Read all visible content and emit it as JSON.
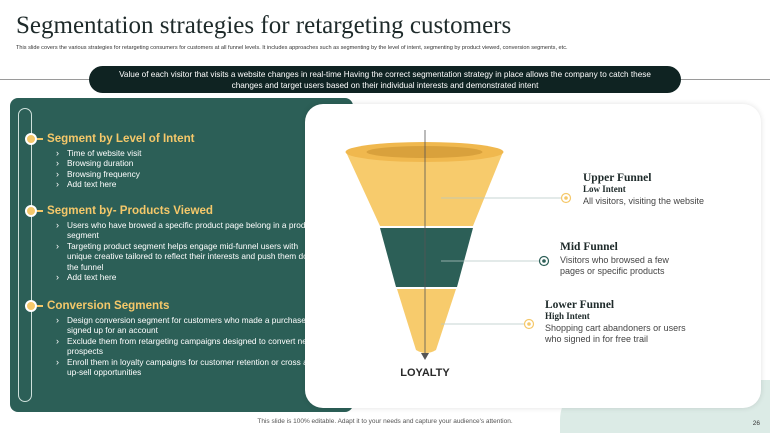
{
  "title": "Segmentation strategies for retargeting customers",
  "subtitle": "This slide covers the various strategies for retargeting consumers for customers at all funnel levels. It includes approaches such as segmenting by the level of intent, segmenting by product viewed, conversion segments, etc.",
  "banner": "Value of each visitor that visits a website changes in real-time Having the correct segmentation strategy in place allows the company to catch these changes and target users based on their individual interests and demonstrated intent",
  "sections": [
    {
      "title": "Segment by Level of Intent",
      "items": [
        "Time of website visit",
        "Browsing duration",
        "Browsing frequency",
        "Add text here"
      ]
    },
    {
      "title": "Segment by- Products Viewed",
      "items": [
        "Users who have browed a specific product page belong in a product segment",
        "Targeting product segment helps engage mid-funnel users with unique creative tailored to reflect their interests and push them down the funnel",
        "Add text here"
      ]
    },
    {
      "title": "Conversion Segments",
      "items": [
        "Design conversion segment for customers who made a purchase or signed up for an account",
        "Exclude them from retargeting campaigns designed to convert new prospects",
        "Enroll them in loyalty campaigns for customer retention or cross and up-sell opportunities"
      ]
    }
  ],
  "funnel": {
    "bottom_label": "LOYALTY",
    "stages": [
      {
        "title": "Upper Funnel",
        "subtitle": "Low Intent",
        "desc": "All visitors, visiting the website"
      },
      {
        "title": "Mid Funnel",
        "subtitle": "",
        "desc": "Visitors who browsed a few pages or specific products"
      },
      {
        "title": "Lower Funnel",
        "subtitle": "High Intent",
        "desc": "Shopping cart abandoners or users who signed in for free trail"
      }
    ]
  },
  "footer": "This slide is 100% editable. Adapt it to your needs and capture your audience's attention.",
  "page_number": "26",
  "colors": {
    "teal": "#2c5f57",
    "gold": "#f5c86a",
    "dark": "#0f2322"
  }
}
